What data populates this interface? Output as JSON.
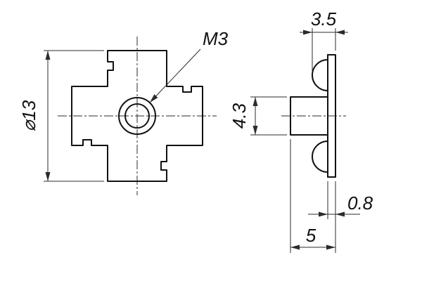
{
  "colors": {
    "line": "#111111",
    "thin_line": "#2b2b2b",
    "background": "#ffffff"
  },
  "drawing": {
    "labels": {
      "thread_callout": "M3",
      "flange_diameter": "⌀13",
      "prong_depth": "3.5",
      "barrel_od": "4.3",
      "flange_thickness": "0.8",
      "barrel_length": "5"
    }
  }
}
